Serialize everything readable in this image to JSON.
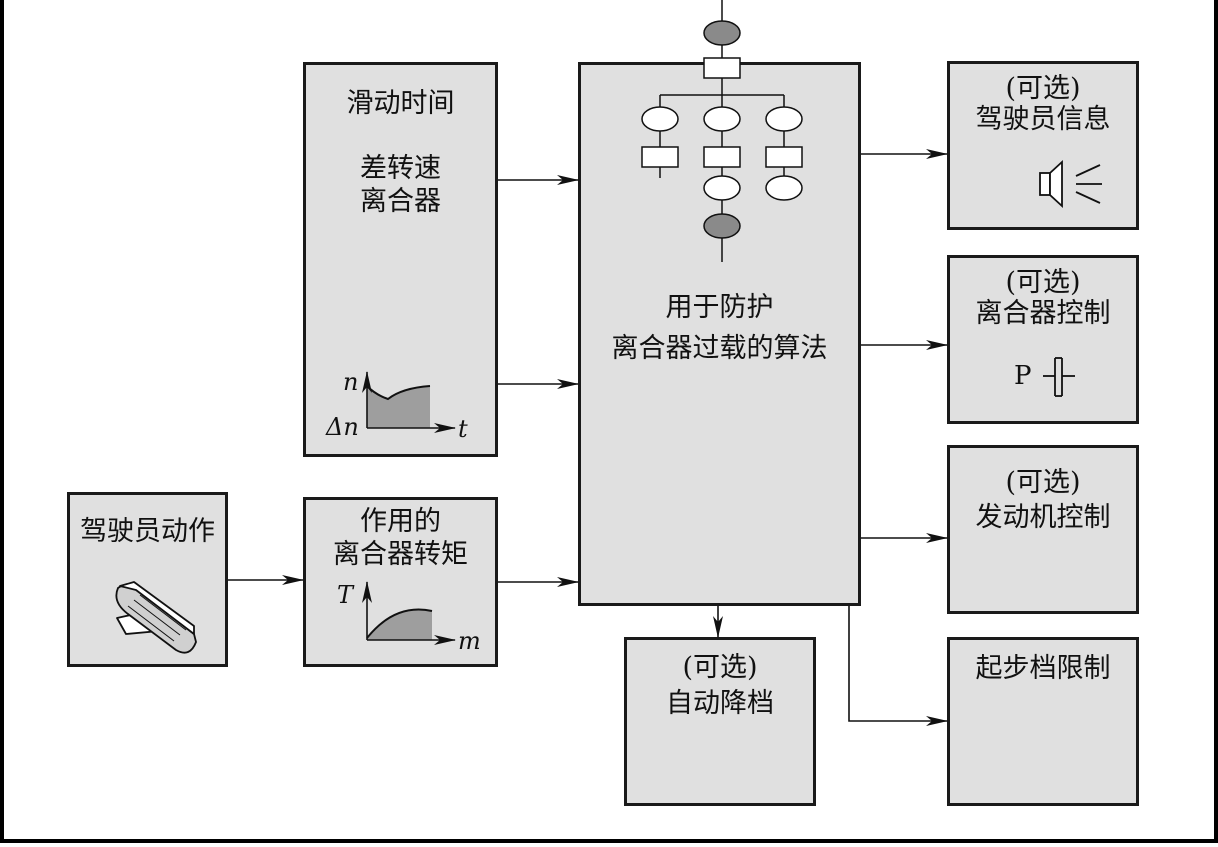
{
  "slip_box": {
    "title": "滑动时间",
    "line1": "差转速",
    "line2": "离合器",
    "axis_y": "n",
    "axis_x": "t",
    "axis_origin": "Δn"
  },
  "driver_box": {
    "title": "驾驶员动作"
  },
  "torque_box": {
    "line1": "作用的",
    "line2": "离合器转矩",
    "axis_y": "T",
    "axis_x": "m"
  },
  "algorithm_box": {
    "line1": "用于防护",
    "line2": "离合器过载的算法"
  },
  "outputs": {
    "driver_info": {
      "optional": "(可选)",
      "title": "驾驶员信息"
    },
    "clutch_control": {
      "optional": "(可选)",
      "title": "离合器控制",
      "symbol_label": "P"
    },
    "engine_control": {
      "optional": "(可选)",
      "title": "发动机控制"
    },
    "launch_gear": {
      "title": "起步档限制"
    },
    "auto_downshift": {
      "optional": "(可选)",
      "title": "自动降档"
    }
  }
}
